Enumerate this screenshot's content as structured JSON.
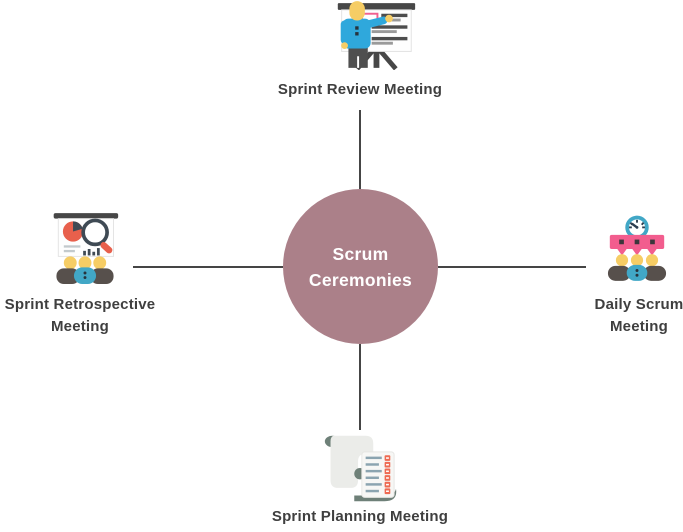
{
  "diagram": {
    "background": "#ffffff",
    "connector_color": "#454545",
    "label_color": "#3f3f3f",
    "center": {
      "label": "Scrum Ceremonies",
      "fill": "#ab8089",
      "text_color": "#ffffff"
    },
    "nodes": {
      "top": {
        "label": "Sprint Review Meeting",
        "icon": "presenter-easel-icon"
      },
      "right": {
        "label": "Daily Scrum Meeting",
        "icon": "team-timer-banner-icon"
      },
      "bottom": {
        "label": "Sprint Planning Meeting",
        "icon": "scroll-checklist-icon"
      },
      "left": {
        "label": "Sprint Retrospective Meeting",
        "icon": "team-chart-magnifier-icon"
      }
    },
    "palette": {
      "skin_yellow": "#f6cd65",
      "shirt_blue": "#2fa8dc",
      "teal": "#41a7c6",
      "pink": "#f25d8e",
      "red_orange": "#e8604c",
      "green_check": "#5cb85c",
      "dark_gray": "#474747",
      "slate_green": "#6e8078",
      "body_gray": "#57504c",
      "page_line_blue": "#8ba4b0"
    }
  }
}
